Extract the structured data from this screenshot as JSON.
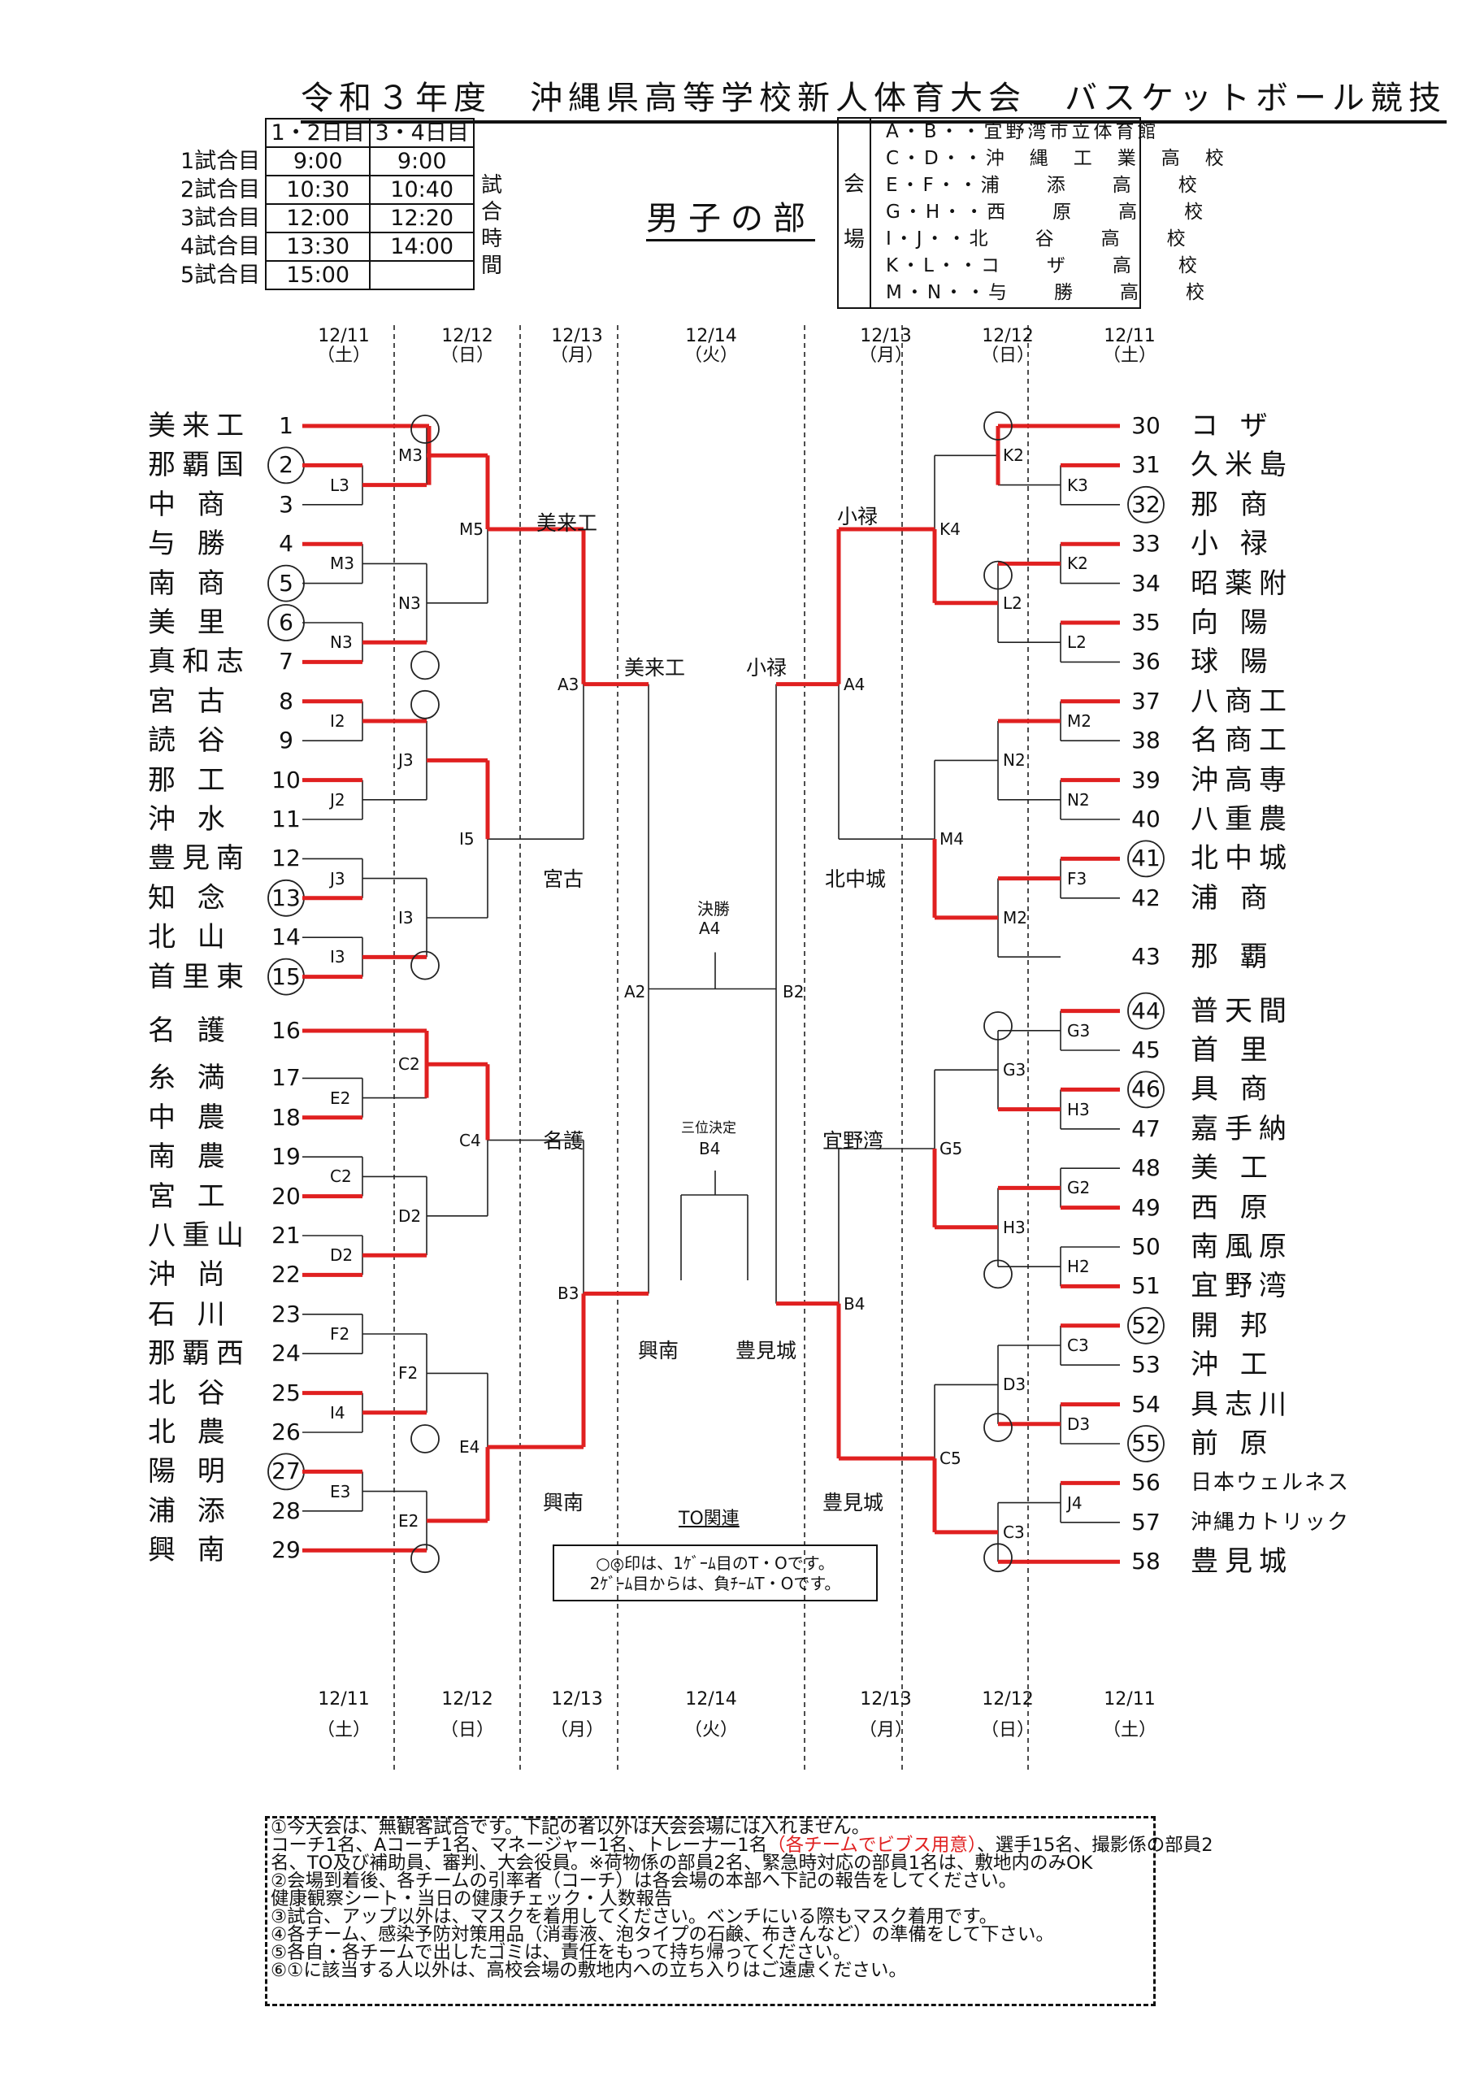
{
  "title": "令和３年度　沖縄県高等学校新人体育大会　バスケットボール競技",
  "division": "男子の部",
  "schedule": {
    "head": [
      "",
      "1・2日目",
      "3・4日目"
    ],
    "rows": [
      [
        "1試合目",
        "9:00",
        "9:00"
      ],
      [
        "2試合目",
        "10:30",
        "10:40"
      ],
      [
        "3試合目",
        "12:00",
        "12:20"
      ],
      [
        "4試合目",
        "13:30",
        "14:00"
      ],
      [
        "5試合目",
        "15:00",
        ""
      ]
    ],
    "side": [
      "試",
      "合",
      "時",
      "間"
    ]
  },
  "venues": {
    "head": [
      "会",
      "場"
    ],
    "rows": [
      "A・B・・宜野湾市立体育館",
      "C・D・・沖　縄　工　業　高　校",
      "E・F・・浦　　添　　高　　校",
      "G・H・・西　　原　　高　　校",
      "I・J・・北　　谷　　高　　校",
      "K・L・・コ　　ザ　　高　　校",
      "M・N・・与　　勝　　高　　校"
    ]
  },
  "dates_top": [
    {
      "d": "12/11",
      "w": "（土）"
    },
    {
      "d": "12/12",
      "w": "（日）"
    },
    {
      "d": "12/13",
      "w": "（月）"
    },
    {
      "d": "12/14",
      "w": "（火）"
    },
    {
      "d": "12/13",
      "w": "（月）"
    },
    {
      "d": "12/12",
      "w": "（日）"
    },
    {
      "d": "12/11",
      "w": "（土）"
    }
  ],
  "dates_bottom": [
    {
      "d": "12/11",
      "w": "（土）"
    },
    {
      "d": "12/12",
      "w": "（日）"
    },
    {
      "d": "12/13",
      "w": "（月）"
    },
    {
      "d": "12/14",
      "w": "（火）"
    },
    {
      "d": "12/13",
      "w": "（月）"
    },
    {
      "d": "12/12",
      "w": "（日）"
    },
    {
      "d": "12/11",
      "w": "（土）"
    }
  ],
  "left_teams": [
    {
      "n": "1",
      "name": "美来工"
    },
    {
      "n": "2",
      "name": "那覇国"
    },
    {
      "n": "3",
      "name": "中 商"
    },
    {
      "n": "4",
      "name": "与 勝"
    },
    {
      "n": "5",
      "name": "南 商"
    },
    {
      "n": "6",
      "name": "美 里"
    },
    {
      "n": "7",
      "name": "真和志"
    },
    {
      "n": "8",
      "name": "宮 古"
    },
    {
      "n": "9",
      "name": "読 谷"
    },
    {
      "n": "10",
      "name": "那 工"
    },
    {
      "n": "11",
      "name": "沖 水"
    },
    {
      "n": "12",
      "name": "豊見南"
    },
    {
      "n": "13",
      "name": "知 念"
    },
    {
      "n": "14",
      "name": "北 山"
    },
    {
      "n": "15",
      "name": "首里東"
    },
    {
      "n": "16",
      "name": "名 護"
    },
    {
      "n": "17",
      "name": "糸 満"
    },
    {
      "n": "18",
      "name": "中 農"
    },
    {
      "n": "19",
      "name": "南 農"
    },
    {
      "n": "20",
      "name": "宮 工"
    },
    {
      "n": "21",
      "name": "八重山"
    },
    {
      "n": "22",
      "name": "沖 尚"
    },
    {
      "n": "23",
      "name": "石 川"
    },
    {
      "n": "24",
      "name": "那覇西"
    },
    {
      "n": "25",
      "name": "北 谷"
    },
    {
      "n": "26",
      "name": "北 農"
    },
    {
      "n": "27",
      "name": "陽 明"
    },
    {
      "n": "28",
      "name": "浦 添"
    },
    {
      "n": "29",
      "name": "興 南"
    }
  ],
  "right_teams": [
    {
      "n": "30",
      "name": "コ ザ"
    },
    {
      "n": "31",
      "name": "久米島"
    },
    {
      "n": "32",
      "name": "那 商"
    },
    {
      "n": "33",
      "name": "小 禄"
    },
    {
      "n": "34",
      "name": "昭薬附"
    },
    {
      "n": "35",
      "name": "向 陽"
    },
    {
      "n": "36",
      "name": "球 陽"
    },
    {
      "n": "37",
      "name": "八商工"
    },
    {
      "n": "38",
      "name": "名商工"
    },
    {
      "n": "39",
      "name": "沖高専"
    },
    {
      "n": "40",
      "name": "八重農"
    },
    {
      "n": "41",
      "name": "北中城"
    },
    {
      "n": "42",
      "name": "浦 商"
    },
    {
      "n": "43",
      "name": "那 覇"
    },
    {
      "n": "44",
      "name": "普天間"
    },
    {
      "n": "45",
      "name": "首 里"
    },
    {
      "n": "46",
      "name": "具 商"
    },
    {
      "n": "47",
      "name": "嘉手納"
    },
    {
      "n": "48",
      "name": "美 工"
    },
    {
      "n": "49",
      "name": "西 原"
    },
    {
      "n": "50",
      "name": "南風原"
    },
    {
      "n": "51",
      "name": "宜野湾"
    },
    {
      "n": "52",
      "name": "開 邦"
    },
    {
      "n": "53",
      "name": "沖 工"
    },
    {
      "n": "54",
      "name": "具志川"
    },
    {
      "n": "55",
      "name": "前 原"
    },
    {
      "n": "56",
      "name": "日本ウェルネス"
    },
    {
      "n": "57",
      "name": "沖縄カトリック"
    },
    {
      "n": "58",
      "name": "豊見城"
    }
  ],
  "left_codes": [
    "L3",
    "M3",
    "N3",
    "I2",
    "J2",
    "J3",
    "I3",
    "E2",
    "C2",
    "D2",
    "F2",
    "I4",
    "E3"
  ],
  "left_r2_codes": [
    "M3",
    "N3",
    "J3",
    "I3",
    "C2",
    "D2",
    "F2",
    "E2"
  ],
  "left_r3_codes": [
    "M5",
    "I5",
    "C4",
    "E4"
  ],
  "left_r4_codes": [
    "A3",
    "B3"
  ],
  "right_codes": [
    "K3",
    "K2",
    "L2",
    "M2",
    "N2",
    "F3",
    "G3",
    "H3",
    "G2",
    "H2",
    "C3",
    "D3",
    "J4"
  ],
  "right_r2_codes": [
    "K2",
    "L2",
    "N2",
    "M2",
    "G3",
    "H3",
    "D3",
    "C3"
  ],
  "right_r3_codes": [
    "K4",
    "M4",
    "G5",
    "C5"
  ],
  "right_r4_codes": [
    "A4",
    "B4"
  ],
  "left_winners": [
    "美来工",
    "宮古",
    "名護",
    "興南",
    "美来工",
    "興南"
  ],
  "right_winners": [
    "小禄",
    "北中城",
    "宜野湾",
    "豊見城",
    "小禄",
    "豊見城"
  ],
  "final": {
    "label": "決勝",
    "code": "A4"
  },
  "third": {
    "label": "三位決定",
    "code": "B4"
  },
  "semi_codes": [
    "A2",
    "B2"
  ],
  "to_related": "TO関連",
  "to_note": [
    "○◎印は、1ｹﾞｰﾑ目のT・Oです。",
    "2ｹﾞｰﾑ目からは、負ﾁｰﾑT・Oです。"
  ],
  "notice": {
    "l1": "①今大会は、無観客試合です。下記の者以外は大会会場には入れません。",
    "l2a": "コーチ1名、Aコーチ1名、マネージャー1名、トレーナー1名",
    "l2red": "（各チームでビブス用意）",
    "l2b": "、選手15名、撮影係の部員2",
    "l3": "名、TO及び補助員、審判、大会役員。※荷物係の部員2名、緊急時対応の部員1名は、敷地内のみOK",
    "l4": "②会場到着後、各チームの引率者（コーチ）は各会場の本部へ下記の報告をしてください。",
    "l5": "健康観察シート・当日の健康チェック・人数報告",
    "l6": "③試合、アップ以外は、マスクを着用してください。ベンチにいる際もマスク着用です。",
    "l7": "④各チーム、感染予防対策用品（消毒液、泡タイプの石鹸、布きんなど）の準備をして下さい。",
    "l8": "⑤各自・各チームで出したゴミは、責任をもって持ち帰ってください。",
    "l9": "⑥①に該当する人以外は、高校会場の敷地内への立ち入りはご遠慮ください。"
  },
  "colors": {
    "win_line": "#e02020",
    "line": "#222222"
  }
}
